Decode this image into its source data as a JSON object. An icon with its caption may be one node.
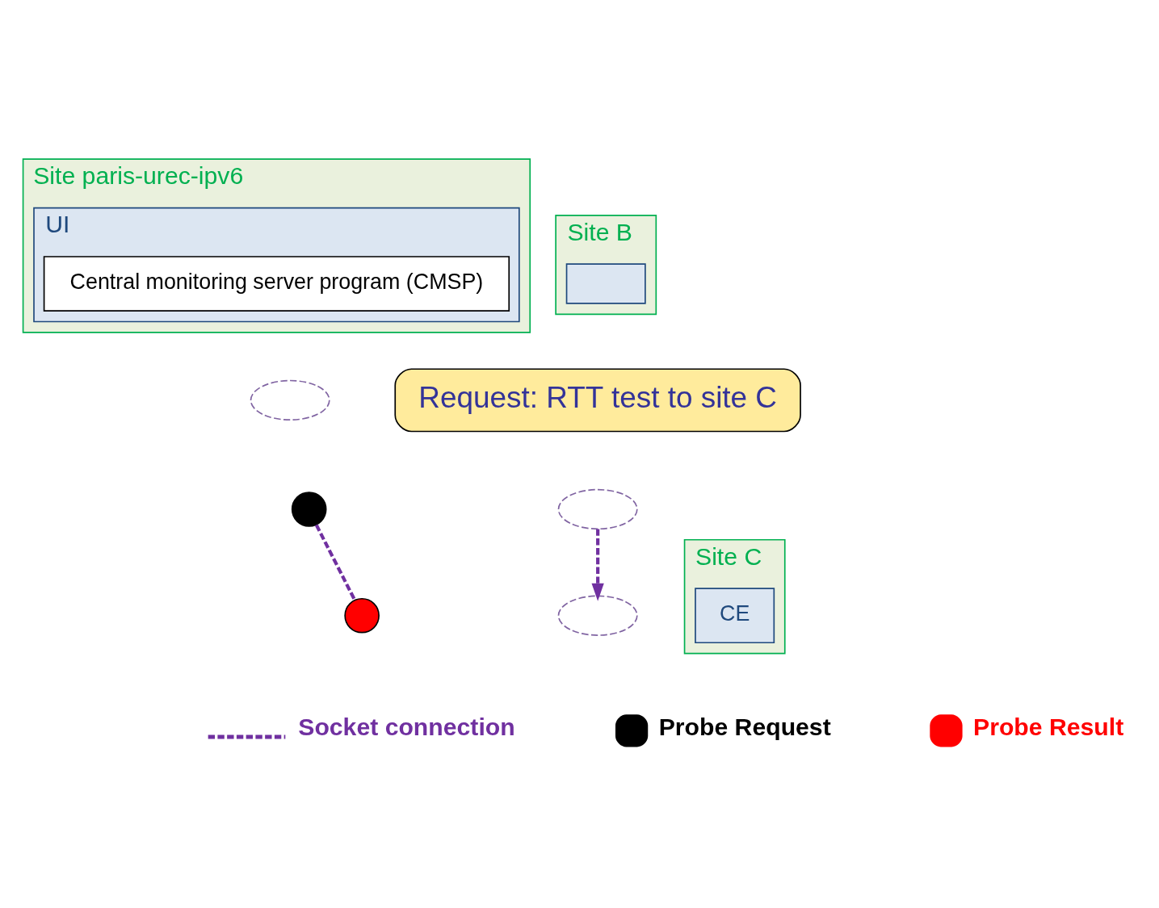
{
  "diagram": {
    "nodes": [
      {
        "text": [
          "Site paris-urec-ipv6"
        ]
      },
      {
        "text": [
          "UI"
        ],
        "in": 0
      },
      {
        "text": [
          "Central monitoring server program (CMSP)"
        ],
        "in": 1
      },
      {
        "text": [],
        "shape": "ellipse"
      },
      {
        "text": [],
        "shape": "circle"
      },
      {
        "text": [
          "Site B"
        ]
      },
      {
        "text": [],
        "shape": "box",
        "in": 5
      },
      {
        "text": [
          "Request: RTT test to site C"
        ]
      },
      {
        "text": [],
        "shape": "ellipse"
      },
      {
        "text": [],
        "shape": "circle"
      },
      {
        "text": [
          "Site C"
        ]
      },
      {
        "text": [
          "CE"
        ],
        "in": 10
      },
      {
        "text": [],
        "shape": "ellipse"
      }
    ],
    "edges": [
      {
        "from": 4,
        "to": 9,
        "arrow": "none",
        "style": "dashed"
      },
      {
        "from": 8,
        "to": 12,
        "arrow": "to",
        "style": "dashed"
      }
    ],
    "legend": [
      {
        "text": "Socket connection"
      },
      {
        "text": "Probe Request"
      },
      {
        "text": "Probe Result"
      }
    ]
  }
}
